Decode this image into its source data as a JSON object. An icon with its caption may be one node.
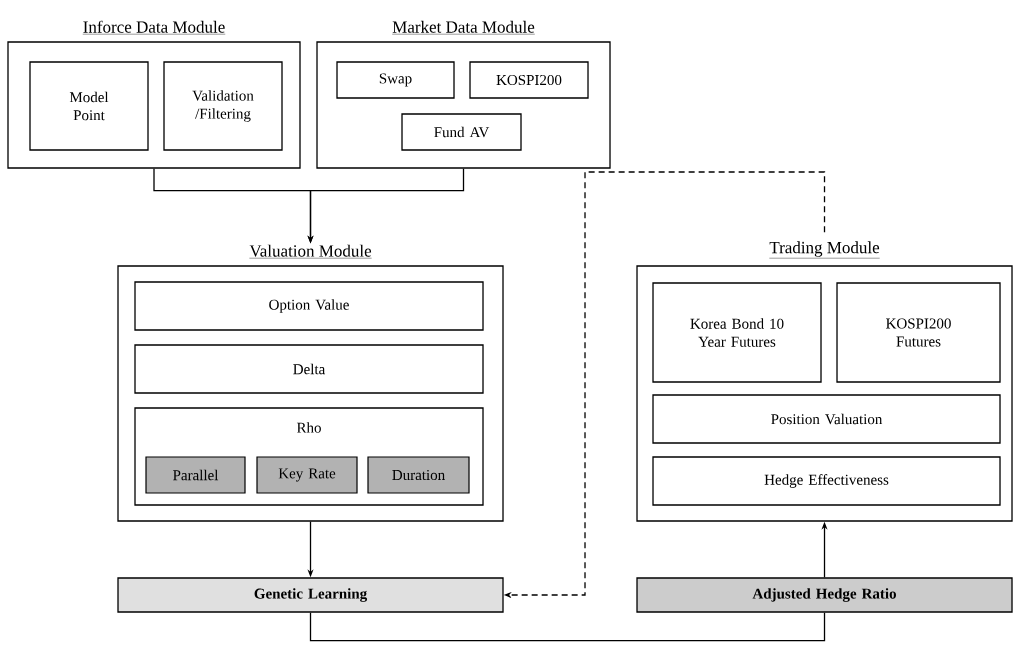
{
  "diagram": {
    "nodes": [
      {
        "text": [
          "Inforce Data Module"
        ]
      },
      {
        "text": [
          "Model Point"
        ],
        "in": 0
      },
      {
        "text": [
          "Validation /Filtering"
        ],
        "in": 0
      },
      {
        "text": [
          "Market Data Module"
        ]
      },
      {
        "text": [
          "Swap"
        ],
        "in": 3
      },
      {
        "text": [
          "KOSPI200"
        ],
        "in": 3
      },
      {
        "text": [
          "Fund AV"
        ],
        "in": 3
      },
      {
        "text": [
          "Valuation Module"
        ]
      },
      {
        "text": [
          "Option Value"
        ],
        "in": 7
      },
      {
        "text": [
          "Delta"
        ],
        "in": 7
      },
      {
        "text": [
          "Rho"
        ],
        "in": 7
      },
      {
        "text": [
          "Parallel"
        ],
        "in": 10
      },
      {
        "text": [
          "Key Rate"
        ],
        "in": 10
      },
      {
        "text": [
          "Duration"
        ],
        "in": 10
      },
      {
        "text": [
          "Trading Module"
        ]
      },
      {
        "text": [
          "Korea Bond 10 Year Futures"
        ],
        "in": 14
      },
      {
        "text": [
          "KOSPI200 Futures"
        ],
        "in": 14
      },
      {
        "text": [
          "Position Valuation"
        ],
        "in": 14
      },
      {
        "text": [
          "Hedge Effectiveness"
        ],
        "in": 14
      },
      {
        "text": [
          "Genetic Learning"
        ]
      },
      {
        "text": [
          "Adjusted Hedge Ratio"
        ]
      }
    ],
    "edges": [
      {
        "from": 0,
        "to": 7,
        "arrow": "to"
      },
      {
        "from": 3,
        "to": 7,
        "arrow": "to"
      },
      {
        "from": 7,
        "to": 19,
        "arrow": "to"
      },
      {
        "from": 20,
        "to": 14,
        "arrow": "to"
      },
      {
        "from": 19,
        "to": 20,
        "arrow": "none"
      },
      {
        "from": 14,
        "to": 19,
        "arrow": "to",
        "style": "dashed"
      }
    ]
  }
}
